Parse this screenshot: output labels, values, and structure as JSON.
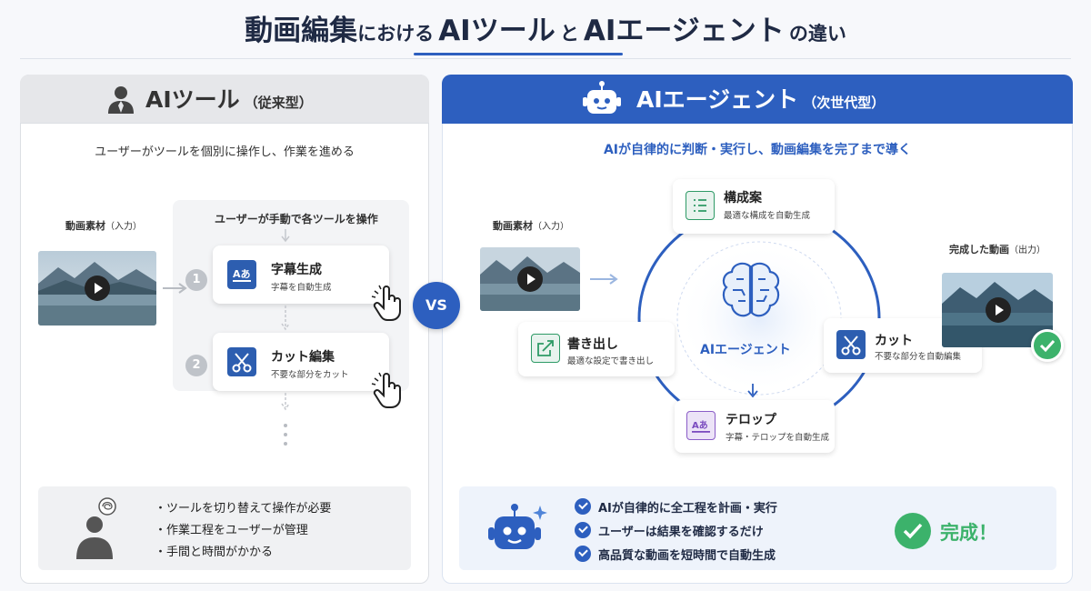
{
  "title": {
    "part1": "動画編集",
    "part2": "における",
    "part3": "AIツール",
    "part4": "と",
    "part5": "AIエージェント",
    "part6": "の違い"
  },
  "left": {
    "title": "AIツール",
    "title_suffix": "（従来型）",
    "subtitle": "ユーザーがツールを個別に操作し、作業を進める",
    "input_label": "動画素材",
    "input_suffix": "（入力）",
    "manual_label": "ユーザーが手動で各ツールを操作",
    "steps": [
      {
        "num": "1",
        "title": "字幕生成",
        "desc": "字幕を自動生成",
        "icon": "subtitle-icon"
      },
      {
        "num": "2",
        "title": "カット編集",
        "desc": "不要な部分をカット",
        "icon": "scissors-icon"
      }
    ],
    "bullets": [
      "・ツールを切り替えて操作が必要",
      "・作業工程をユーザーが管理",
      "・手間と時間がかかる"
    ]
  },
  "vs": "VS",
  "right": {
    "title": "AIエージェント",
    "title_suffix": "（次世代型）",
    "subtitle": "AIが自律的に判断・実行し、動画編集を完了まで導く",
    "input_label": "動画素材",
    "input_suffix": "（入力）",
    "output_label": "完成した動画",
    "output_suffix": "（出力）",
    "hub_label": "AIエージェント",
    "nodes": {
      "compose": {
        "title": "構成案",
        "desc": "最適な構成を自動生成"
      },
      "cut": {
        "title": "カット",
        "desc": "不要な部分を自動編集"
      },
      "telop": {
        "title": "テロップ",
        "desc": "字幕・テロップを自動生成"
      },
      "export": {
        "title": "書き出し",
        "desc": "最適な設定で書き出し"
      }
    },
    "bullets": [
      "AIが自律的に全工程を計画・実行",
      "ユーザーは結果を確認するだけ",
      "高品質な動画を短時間で自動生成"
    ],
    "done": "完成！"
  },
  "colors": {
    "blue": "#2d5fbf",
    "green": "#3cb26b",
    "gray": "#e6e7ea"
  }
}
